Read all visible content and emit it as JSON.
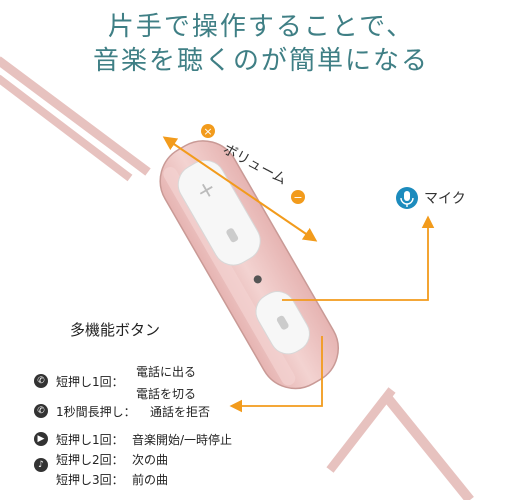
{
  "colors": {
    "headline": "#3f7f85",
    "cable": "#e7c2bf",
    "cable_edge": "#c99a96",
    "remote_body": "#e6b4b2",
    "remote_highlight": "#f3d3d1",
    "button_face": "#f7f7f7",
    "arrow": "#f29b1c",
    "mic_badge": "#1c8bbd"
  },
  "headline": {
    "line1": "片手で操作することで、",
    "line2": "音楽を聴くのが簡単になる"
  },
  "volume": {
    "plus_symbol": "×",
    "label": "ボリューム",
    "minus_symbol": "−"
  },
  "mic": {
    "icon": "microphone-icon",
    "label": "マイク"
  },
  "function_button": {
    "title": "多機能ボタン"
  },
  "legend": [
    {
      "icon": "phone-icon",
      "lines": [
        {
          "action": "短押し1回：",
          "result": "電話に出る"
        },
        {
          "action": "",
          "result": "電話を切る"
        }
      ]
    },
    {
      "icon": "phone-reject-icon",
      "lines": [
        {
          "action": "1秒間長押し：",
          "result": "通話を拒否"
        }
      ]
    },
    {
      "icon": "play-icon",
      "lines": [
        {
          "action": "短押し1回：",
          "result": "音楽開始/一時停止"
        }
      ]
    },
    {
      "icon": "music-note-icon",
      "lines": [
        {
          "action": "短押し2回：",
          "result": "次の曲"
        },
        {
          "action": "短押し3回：",
          "result": "前の曲"
        }
      ]
    }
  ]
}
